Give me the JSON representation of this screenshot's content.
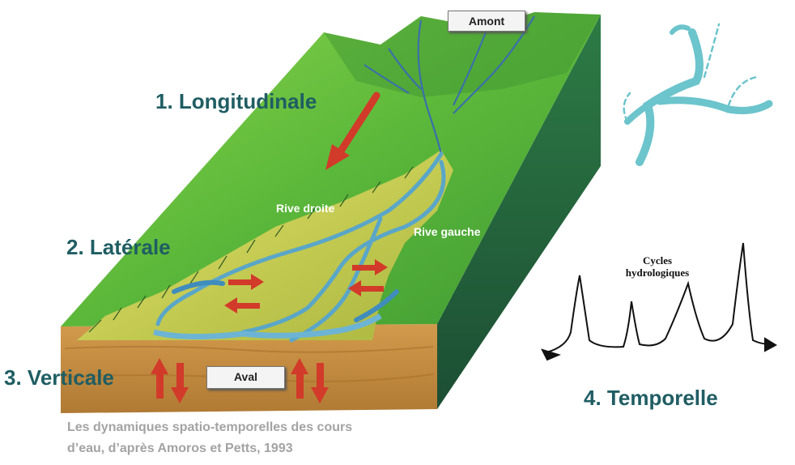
{
  "labels": {
    "amont": "Amont",
    "aval": "Aval",
    "longitudinale": "1. Longitudinale",
    "laterale": "2. Latérale",
    "verticale": "3. Verticale",
    "temporelle": "4. Temporelle",
    "rive_droite": "Rive droite",
    "rive_gauche": "Rive gauche",
    "cycles_line1": "Cycles",
    "cycles_line2": "hydrologiques"
  },
  "caption": {
    "line1": "Les dynamiques spatio-temporelles des cours",
    "line2": "d’eau, d’après Amoros et Petts, 1993"
  },
  "colors": {
    "title_text": "#1f5d63",
    "grass_light": "#6cc43c",
    "grass_dark": "#2f7a30",
    "floodplain": "#c9cf52",
    "river": "#5aa6c8",
    "soil": "#c28b3f",
    "arrow_red": "#d23a2a",
    "network_icon": "#6cc4cc",
    "caption_text": "#a3a3a3"
  }
}
